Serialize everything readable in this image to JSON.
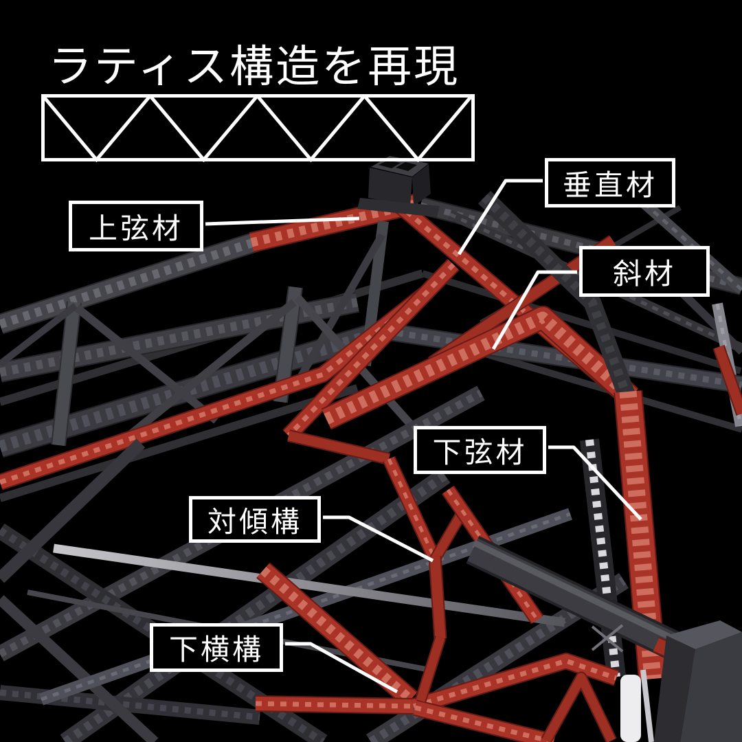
{
  "title": "ラティス構造を再現",
  "labels": [
    {
      "id": "upper-chord",
      "text": "上弦材"
    },
    {
      "id": "vertical-member",
      "text": "垂直材"
    },
    {
      "id": "diagonal-member",
      "text": "斜材"
    },
    {
      "id": "lower-chord",
      "text": "下弦材"
    },
    {
      "id": "sway-bracing",
      "text": "対傾構"
    },
    {
      "id": "lower-lateral-bracing",
      "text": "下横構"
    }
  ],
  "icons": {
    "lattice_truss_diagram": "lattice-truss-diagram"
  },
  "colors": {
    "background": "#000000",
    "title_text": "#ffffff",
    "label_background": "#000000",
    "label_border": "#ffffff",
    "label_text": "#ffffff",
    "leader_line": "#ffffff",
    "diagram_line": "#ffffff",
    "highlight_red": "#a93327",
    "highlight_red_light": "#ce6e5f",
    "highlight_red_dark": "#691c15",
    "steel_base": "#3b3b41",
    "steel_dark": "#242428",
    "steel_light": "#85858d",
    "lattice_highlight": "#d9d9de",
    "pier_white": "#ededef"
  }
}
